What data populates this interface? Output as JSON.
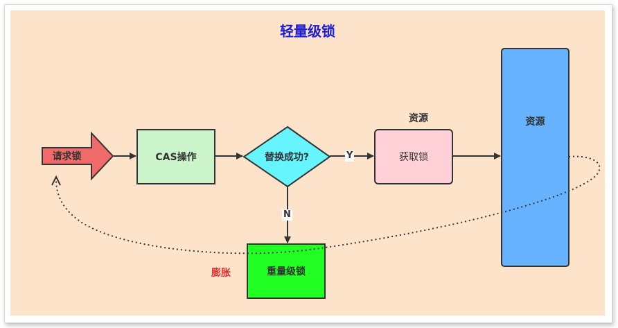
{
  "title": "轻量级锁",
  "nodes": {
    "request_lock": "请求锁",
    "cas_operation": "CAS操作",
    "replace_success": "替换成功?",
    "acquire_lock": "获取锁",
    "resource": "资源",
    "heavyweight_lock": "重量级锁"
  },
  "resource_caption": "资源",
  "edge_labels": {
    "yes": "Y",
    "no": "N"
  },
  "inflate_label": "膨胀",
  "colors": {
    "title": "#1c1cd8",
    "background": "#fde3c9",
    "request_arrow": "#f06a6a",
    "cas_box": "#ccf5cc",
    "decision": "#66f5ff",
    "acquire_box": "#ffd1d6",
    "resource_bar": "#66b2ff",
    "heavyweight_box": "#22ff22",
    "inflate_text": "#e53030"
  }
}
